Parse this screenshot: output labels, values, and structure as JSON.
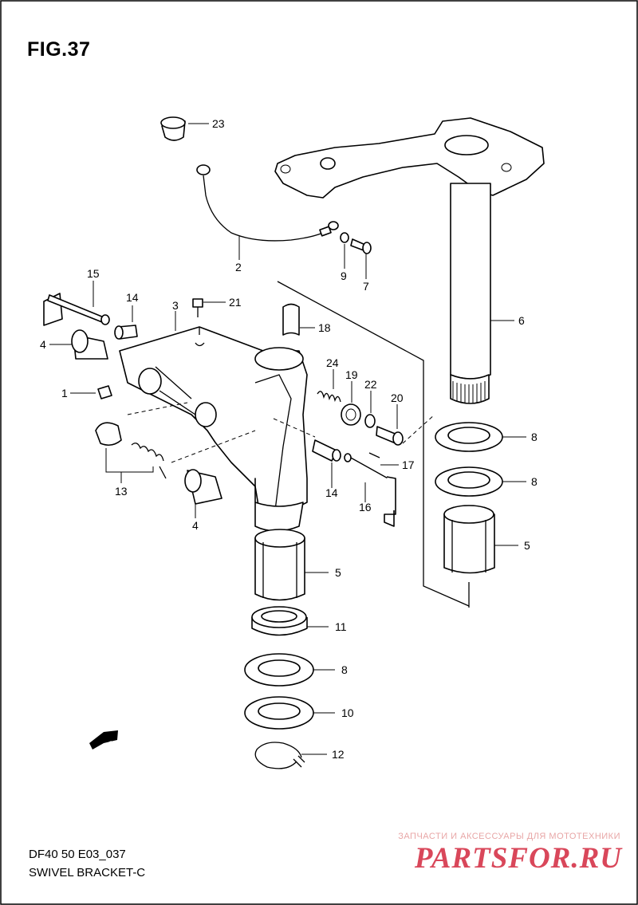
{
  "figure": {
    "title": "FIG.37",
    "code": "DF40 50 E03_037",
    "name": "SWIVEL BRACKET-C"
  },
  "direction_badge": "FWD",
  "watermark": {
    "tagline": "ЗАПЧАСТИ И АКСЕССУАРЫ ДЛЯ МОТОТЕХНИКИ",
    "brand": "PARTSFOR.RU"
  },
  "callouts": [
    "23",
    "2",
    "9",
    "7",
    "15",
    "14",
    "3",
    "21",
    "18",
    "6",
    "4",
    "1",
    "24",
    "19",
    "22",
    "20",
    "8",
    "8",
    "13",
    "17",
    "14",
    "16",
    "4",
    "5",
    "5",
    "11",
    "8",
    "10",
    "12"
  ]
}
